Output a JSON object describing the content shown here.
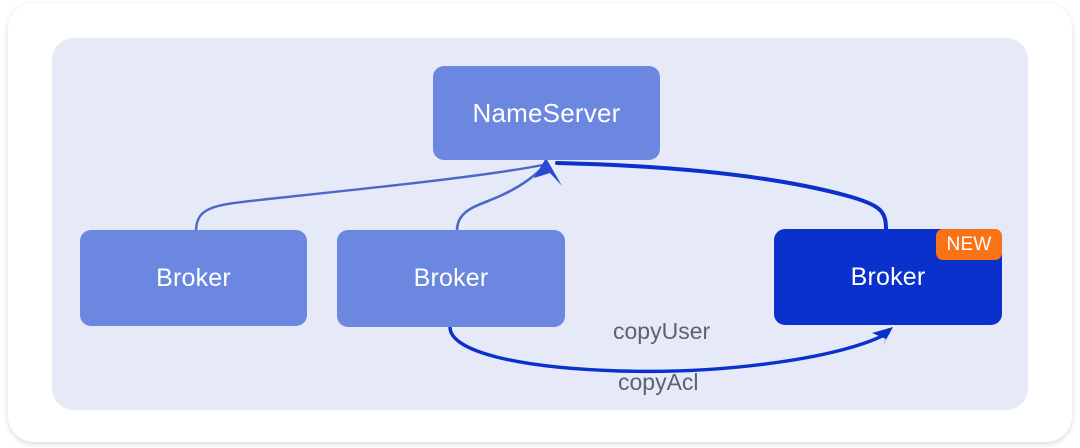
{
  "diagram": {
    "type": "architecture-flow",
    "background_color": "#e6e9f7",
    "card_color": "#ffffff",
    "nodes": [
      {
        "id": "nameserver",
        "label": "NameServer",
        "color": "#6b87e0",
        "text_color": "#ffffff"
      },
      {
        "id": "broker-a",
        "label": "Broker",
        "color": "#6b87e0",
        "text_color": "#ffffff"
      },
      {
        "id": "broker-b",
        "label": "Broker",
        "color": "#6b87e0",
        "text_color": "#ffffff"
      },
      {
        "id": "broker-new",
        "label": "Broker",
        "color": "#0b31cc",
        "text_color": "#ffffff",
        "badge": "NEW",
        "badge_color": "#f97316"
      }
    ],
    "edges": [
      {
        "id": "edge-broker-a-nameserver",
        "from": "broker-a",
        "to": "nameserver",
        "label": "",
        "color": "#4a68c8"
      },
      {
        "id": "edge-broker-b-nameserver",
        "from": "broker-b",
        "to": "nameserver",
        "label": "",
        "color": "#4a68c8"
      },
      {
        "id": "edge-broker-new-nameserver",
        "from": "broker-new",
        "to": "nameserver",
        "label": "",
        "color": "#0b31cc"
      },
      {
        "id": "edge-broker-b-broker-new",
        "from": "broker-b",
        "to": "broker-new",
        "label": "copyUser",
        "label2": "copyAcl",
        "color": "#0b31cc"
      }
    ],
    "labels": {
      "copy_user": "copyUser",
      "copy_acl": "copyAcl",
      "label_color": "#5d6270"
    }
  }
}
